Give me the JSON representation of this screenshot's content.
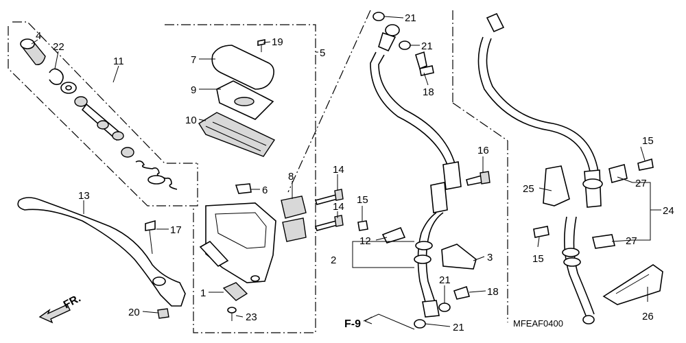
{
  "diagram": {
    "code": "MFEAF0400",
    "direction_label": "FR.",
    "ref_label": "F-9",
    "callouts": {
      "c4": "4",
      "c22": "22",
      "c11": "11",
      "c7": "7",
      "c9": "9",
      "c10": "10",
      "c19": "19",
      "c5": "5",
      "c6": "6",
      "c8": "8",
      "c13": "13",
      "c17": "17",
      "c1": "1",
      "c20": "20",
      "c23": "23",
      "c14a": "14",
      "c14b": "14",
      "c21a": "21",
      "c21b": "21",
      "c18a": "18",
      "c16": "16",
      "c15a": "15",
      "c12": "12",
      "c2": "2",
      "c3": "3",
      "c21c": "21",
      "c18b": "18",
      "c21d": "21",
      "c15b": "15",
      "c25": "25",
      "c27a": "27",
      "c24": "24",
      "c15c": "15",
      "c27b": "27",
      "c26": "26"
    }
  }
}
